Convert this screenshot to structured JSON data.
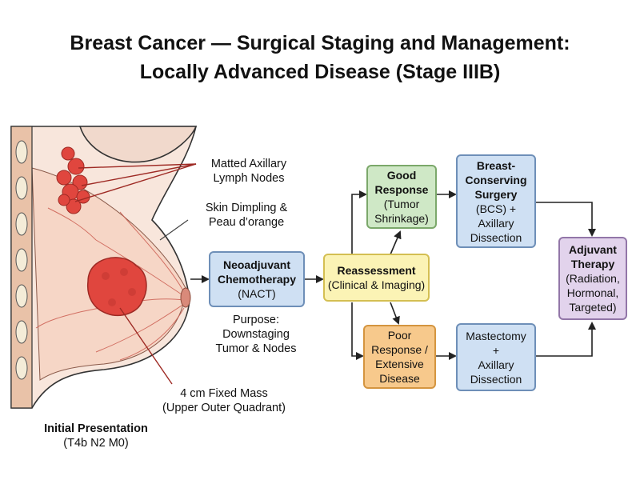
{
  "title": {
    "line1": "Breast Cancer — Surgical Staging and Management:",
    "line2": "Locally Advanced Disease (Stage IIIB)"
  },
  "anatomy": {
    "nodes_label": [
      "Matted Axillary",
      "Lymph Nodes"
    ],
    "skin_label": [
      "Skin Dimpling &",
      "Peau d’orange"
    ],
    "mass_label": [
      "4 cm Fixed Mass",
      "(Upper Outer Quadrant)"
    ],
    "presentation_title": "Initial Presentation",
    "presentation_stage": "(T4b N2 M0)"
  },
  "nact": {
    "lines": [
      "Neoadjuvant",
      "Chemotherapy"
    ],
    "sub": "(NACT)",
    "purpose": [
      "Purpose:",
      "Downstaging",
      "Tumor & Nodes"
    ]
  },
  "reassessment": {
    "title": "Reassessment",
    "sub": "(Clinical & Imaging)"
  },
  "good_response": {
    "lines": [
      "Good",
      "Response"
    ],
    "sub": [
      "(Tumor",
      "Shrinkage)"
    ]
  },
  "poor_response": {
    "lines": [
      "Poor",
      "Response /",
      "Extensive",
      "Disease"
    ]
  },
  "bcs": {
    "lines": [
      "Breast-",
      "Conserving",
      "Surgery"
    ],
    "sub": [
      "(BCS) +",
      "Axillary",
      "Dissection"
    ]
  },
  "mastectomy": {
    "lines": [
      "Mastectomy",
      "+",
      "Axillary",
      "Dissection"
    ]
  },
  "adjuvant": {
    "lines": [
      "Adjuvant",
      "Therapy"
    ],
    "sub": [
      "(Radiation,",
      "Hormonal,",
      "Targeted)"
    ]
  }
}
